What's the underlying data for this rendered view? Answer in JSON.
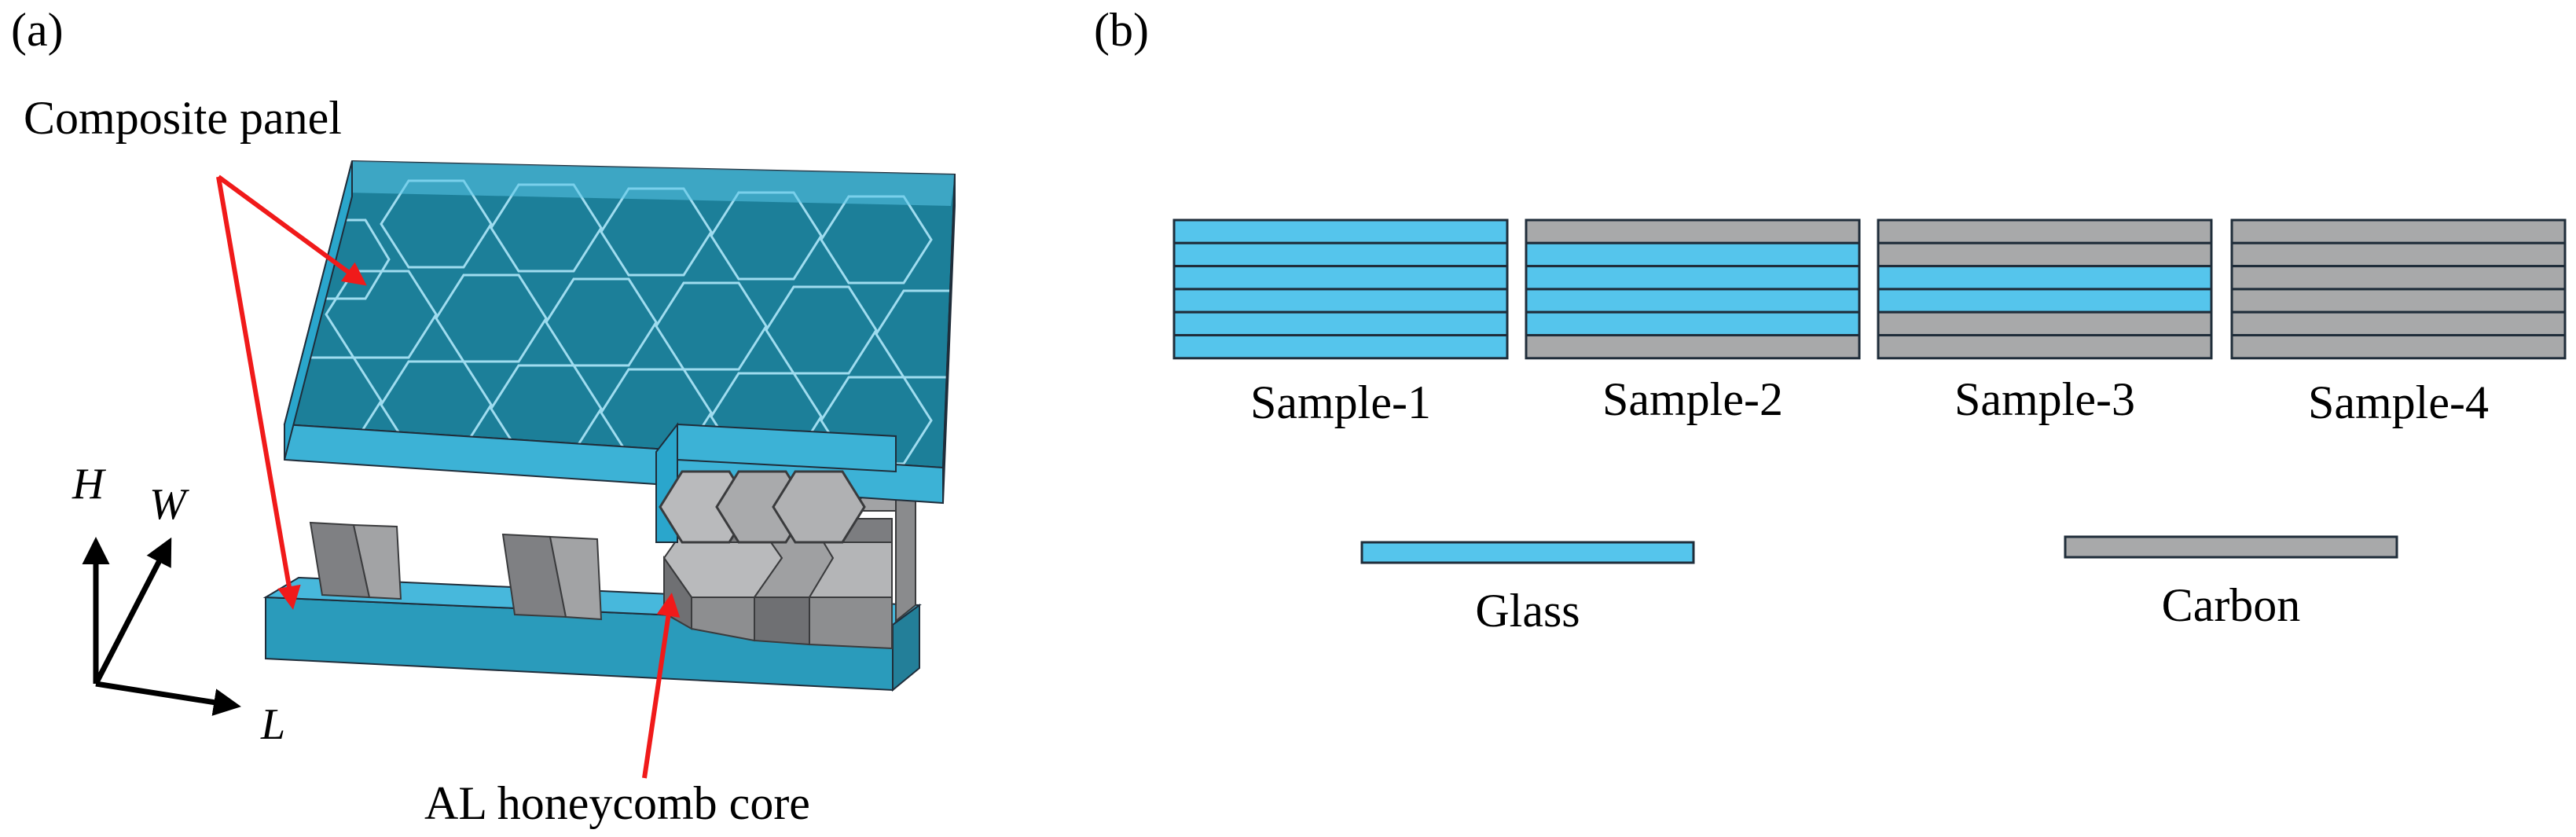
{
  "panel_a": {
    "tag": "(a)",
    "composite_label": "Composite panel",
    "core_label": "AL honeycomb core",
    "axes": {
      "h": "H",
      "w": "W",
      "l": "L"
    }
  },
  "panel_b": {
    "tag": "(b)",
    "samples": [
      {
        "label": "Sample-1",
        "layers": [
          "glass",
          "glass",
          "glass",
          "glass",
          "glass",
          "glass"
        ]
      },
      {
        "label": "Sample-2",
        "layers": [
          "carbon",
          "glass",
          "glass",
          "glass",
          "glass",
          "carbon"
        ]
      },
      {
        "label": "Sample-3",
        "layers": [
          "carbon",
          "carbon",
          "glass",
          "glass",
          "carbon",
          "carbon"
        ]
      },
      {
        "label": "Sample-4",
        "layers": [
          "carbon",
          "carbon",
          "carbon",
          "carbon",
          "carbon",
          "carbon"
        ]
      }
    ],
    "legend": [
      {
        "material": "glass",
        "label": "Glass"
      },
      {
        "material": "carbon",
        "label": "Carbon"
      }
    ]
  },
  "colors": {
    "glass": "#55c5ec",
    "carbon": "#a8a9aa",
    "outline": "#1f2d3a",
    "arrow": "#f01a1a",
    "skin_top": "#3cb2d6",
    "skin_bottom": "#2a9bbb",
    "core": "#8a8b8d"
  }
}
